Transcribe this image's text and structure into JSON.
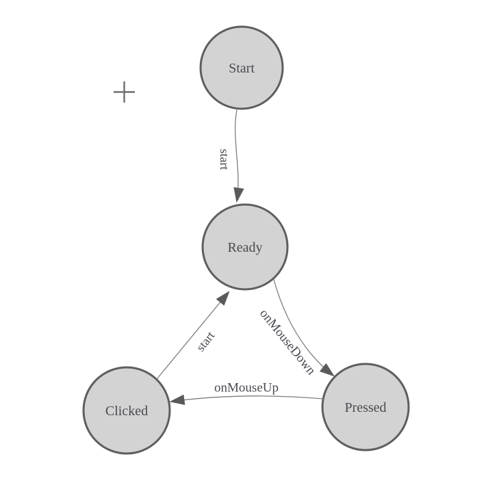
{
  "diagram": {
    "kind": "state-machine",
    "background_color": "#ffffff",
    "colors": {
      "node_fill": "#d3d3d3",
      "node_border": "#5e5e5e",
      "edge_line": "#7d7d7d",
      "arrowhead": "#5a5a5a",
      "text": "#4a4a52",
      "crosshair": "#6e6e6e"
    },
    "icons": {
      "crosshair": "+"
    },
    "nodes": [
      {
        "id": "start",
        "label": "Start"
      },
      {
        "id": "ready",
        "label": "Ready"
      },
      {
        "id": "clicked",
        "label": "Clicked"
      },
      {
        "id": "pressed",
        "label": "Pressed"
      }
    ],
    "edges": [
      {
        "id": "start-to-ready",
        "label": "start",
        "from": "Start",
        "to": "Ready"
      },
      {
        "id": "ready-to-pressed",
        "label": "onMouseDown",
        "from": "Ready",
        "to": "Pressed"
      },
      {
        "id": "pressed-to-clicked",
        "label": "onMouseUp",
        "from": "Pressed",
        "to": "Clicked"
      },
      {
        "id": "clicked-to-ready",
        "label": "start",
        "from": "Clicked",
        "to": "Ready"
      }
    ]
  }
}
